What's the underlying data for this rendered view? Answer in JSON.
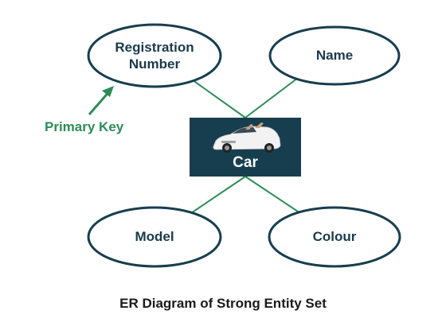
{
  "diagram": {
    "entity": {
      "label": "Car",
      "icon": "car-icon"
    },
    "attributes": [
      {
        "label_lines": [
          "Registration",
          "Number"
        ]
      },
      {
        "label_lines": [
          "Name"
        ]
      },
      {
        "label_lines": [
          "Model"
        ]
      },
      {
        "label_lines": [
          "Colour"
        ]
      }
    ],
    "primary_key_note": "Primary Key",
    "caption": "ER Diagram of Strong Entity Set",
    "colors": {
      "line": "#2e8b57",
      "ellipse_stroke": "#173e4e",
      "entity_fill": "#173e4e",
      "text_dark": "#1a3a4a",
      "accent": "#2e8b57"
    }
  }
}
